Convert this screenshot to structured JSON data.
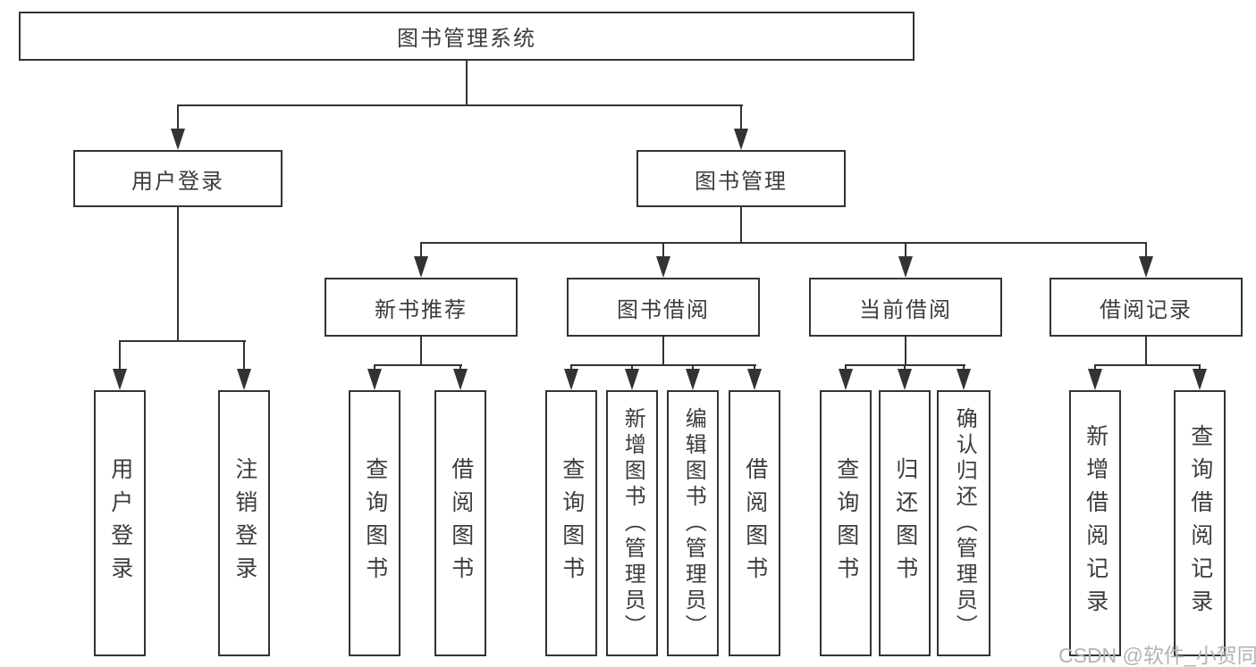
{
  "diagram": {
    "root": {
      "label": "图书管理系统"
    },
    "branches": [
      {
        "label": "用户登录",
        "children": [
          {
            "label": "用户登录"
          },
          {
            "label": "注销登录"
          }
        ]
      },
      {
        "label": "图书管理",
        "children": [
          {
            "label": "新书推荐",
            "children": [
              {
                "label": "查询图书"
              },
              {
                "label": "借阅图书"
              }
            ]
          },
          {
            "label": "图书借阅",
            "children": [
              {
                "label": "查询图书"
              },
              {
                "label": "新增图书（管理员）"
              },
              {
                "label": "编辑图书（管理员）"
              },
              {
                "label": "借阅图书"
              }
            ]
          },
          {
            "label": "当前借阅",
            "children": [
              {
                "label": "查询图书"
              },
              {
                "label": "归还图书"
              },
              {
                "label": "确认归还（管理员）"
              }
            ]
          },
          {
            "label": "借阅记录",
            "children": [
              {
                "label": "新增借阅记录"
              },
              {
                "label": "查询借阅记录"
              }
            ]
          }
        ]
      }
    ],
    "watermark": "CSDN @软件_小贺同学",
    "colors": {
      "line": "#333333",
      "text": "#3c3c3c",
      "box_background": "#ffffff",
      "page_background": "#ffffff",
      "watermark": "#b3b3b3"
    }
  }
}
